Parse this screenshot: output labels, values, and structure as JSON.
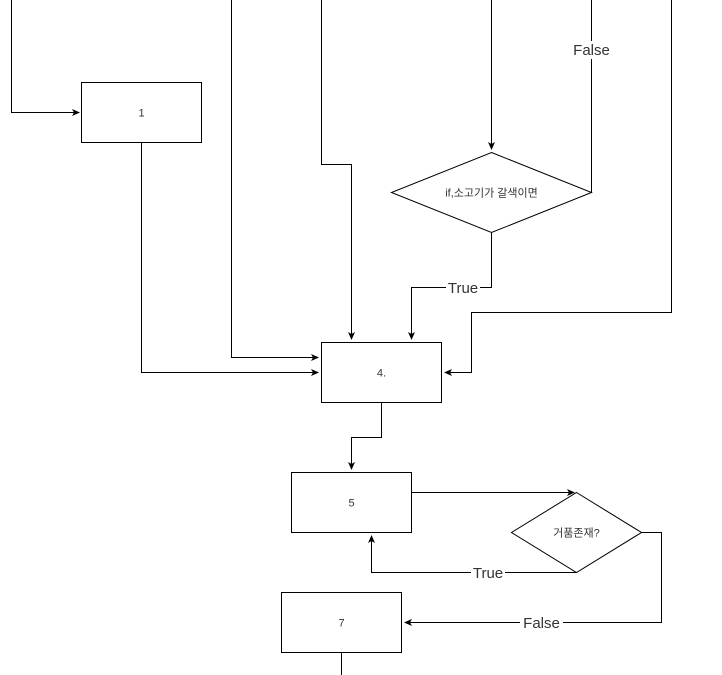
{
  "diagram": {
    "type": "flowchart",
    "nodes": [
      {
        "id": "n1",
        "shape": "rectangle",
        "label": "1"
      },
      {
        "id": "n4",
        "shape": "rectangle",
        "label": "4."
      },
      {
        "id": "d1",
        "shape": "diamond",
        "label": "if,소고기가 갈색이면"
      },
      {
        "id": "n5",
        "shape": "rectangle",
        "label": "5"
      },
      {
        "id": "d2",
        "shape": "diamond",
        "label": "거품존재?"
      },
      {
        "id": "n7",
        "shape": "rectangle",
        "label": "7"
      }
    ],
    "edges": [
      {
        "id": "e-top-n1",
        "from": "offscreen-top-left",
        "to": "n1",
        "label": ""
      },
      {
        "id": "e-top-n4-a",
        "from": "offscreen-top",
        "to": "n4",
        "label": ""
      },
      {
        "id": "e-top-n4-b",
        "from": "offscreen-top",
        "to": "n4",
        "label": ""
      },
      {
        "id": "e-n1-n4",
        "from": "n1",
        "to": "n4",
        "label": ""
      },
      {
        "id": "e-top-d1",
        "from": "offscreen-top",
        "to": "d1",
        "label": ""
      },
      {
        "id": "e-d1-top-false",
        "from": "d1",
        "to": "offscreen-top",
        "label": "False"
      },
      {
        "id": "e-d1-n4-true",
        "from": "d1",
        "to": "n4",
        "label": "True"
      },
      {
        "id": "e-top-right-n4",
        "from": "offscreen-top-right",
        "to": "n4",
        "label": ""
      },
      {
        "id": "e-n4-n5",
        "from": "n4",
        "to": "n5",
        "label": ""
      },
      {
        "id": "e-n5-d2",
        "from": "n5",
        "to": "d2",
        "label": ""
      },
      {
        "id": "e-d2-n5-true",
        "from": "d2",
        "to": "n5",
        "label": "True"
      },
      {
        "id": "e-d2-n7-false",
        "from": "d2",
        "to": "n7",
        "label": "False"
      },
      {
        "id": "e-n7-bottom",
        "from": "n7",
        "to": "offscreen-bottom",
        "label": ""
      }
    ]
  }
}
